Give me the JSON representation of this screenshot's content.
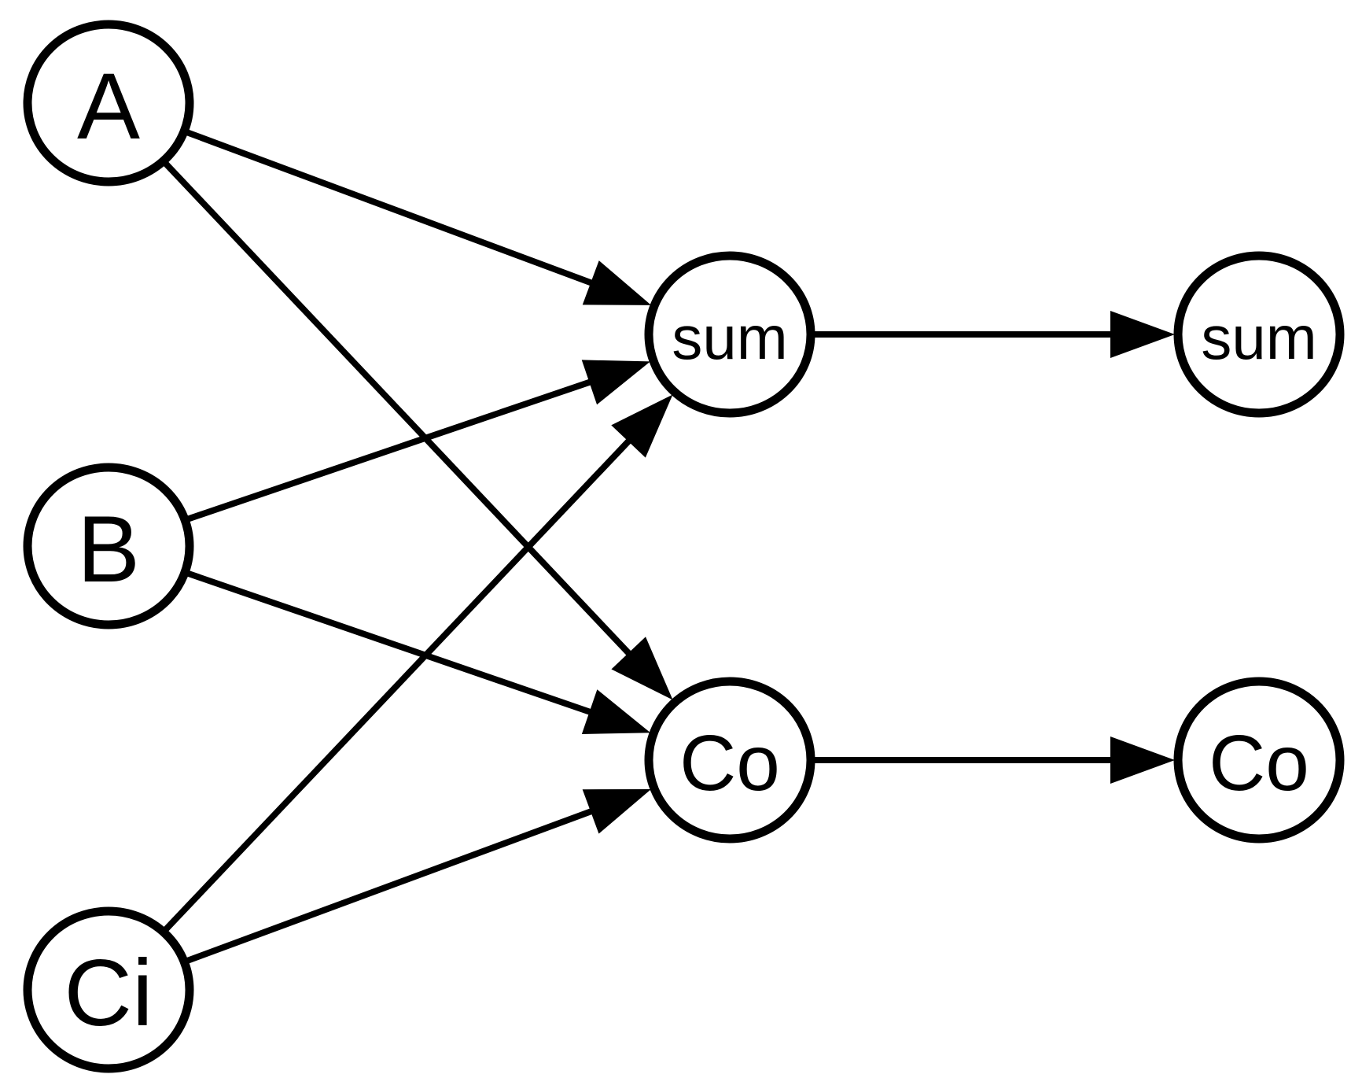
{
  "diagram": {
    "nodes": [
      {
        "id": "A",
        "label": "A"
      },
      {
        "id": "B",
        "label": "B"
      },
      {
        "id": "Ci",
        "label": "Ci"
      },
      {
        "id": "sum1",
        "label": "sum"
      },
      {
        "id": "Co1",
        "label": "Co"
      },
      {
        "id": "sum2",
        "label": "sum"
      },
      {
        "id": "Co2",
        "label": "Co"
      }
    ],
    "edges": [
      {
        "from": "A",
        "to": "sum1"
      },
      {
        "from": "A",
        "to": "Co1"
      },
      {
        "from": "B",
        "to": "sum1"
      },
      {
        "from": "B",
        "to": "Co1"
      },
      {
        "from": "Ci",
        "to": "sum1"
      },
      {
        "from": "Ci",
        "to": "Co1"
      },
      {
        "from": "sum1",
        "to": "sum2"
      },
      {
        "from": "Co1",
        "to": "Co2"
      }
    ]
  }
}
